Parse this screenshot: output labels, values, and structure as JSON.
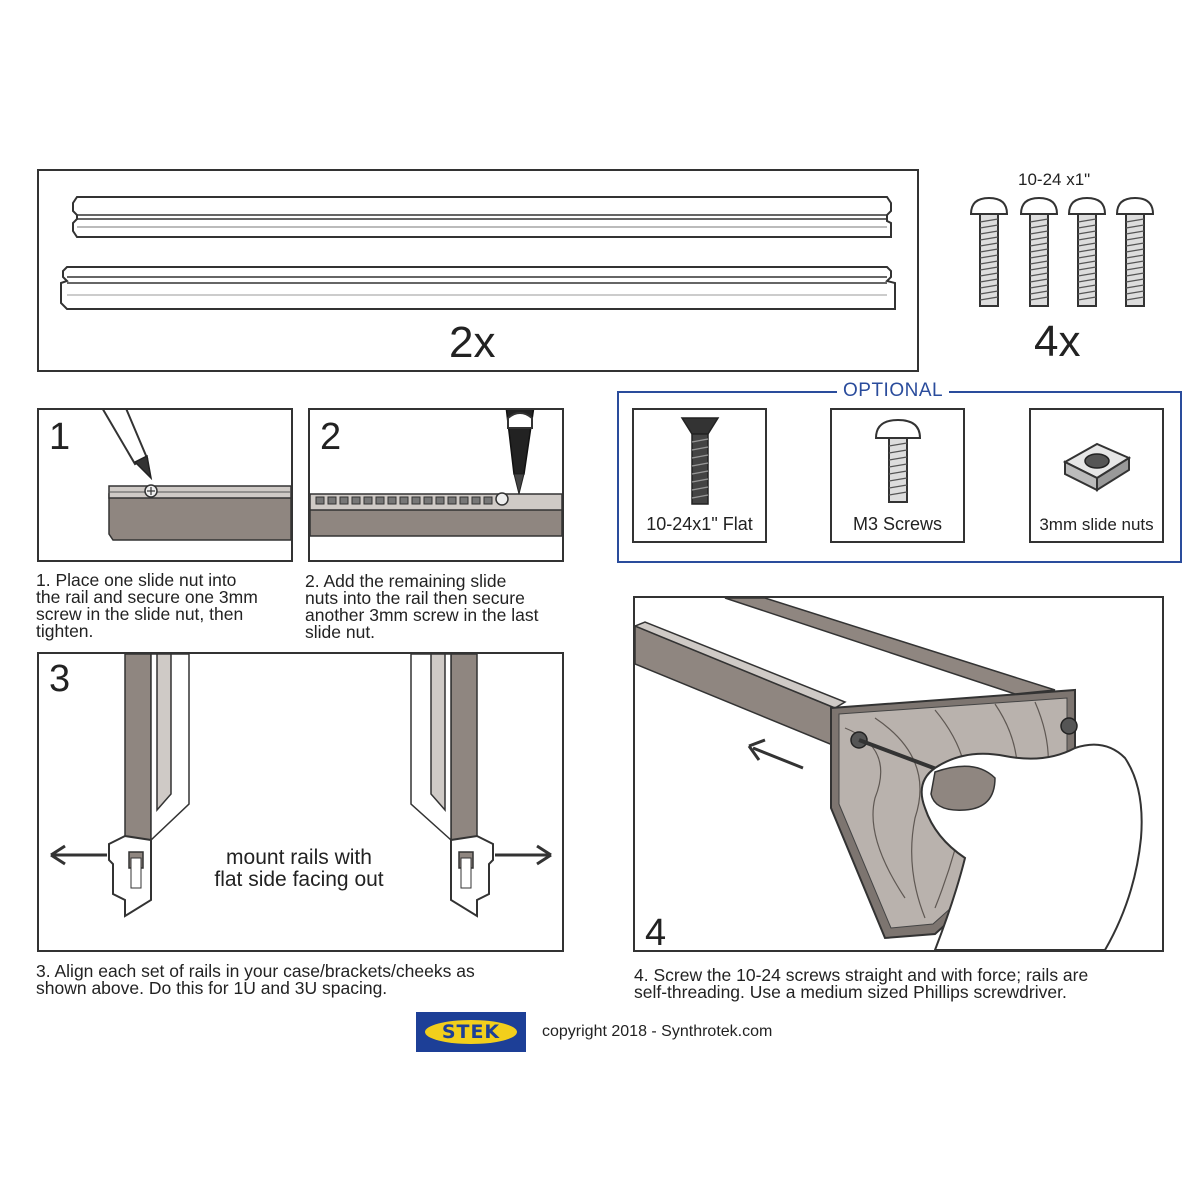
{
  "parts": {
    "rails_quantity": "2x",
    "screws_size_label": "10-24 x1\"",
    "screws_quantity": "4x"
  },
  "optional": {
    "legend": "OPTIONAL",
    "items": [
      {
        "label": "10-24x1\" Flat"
      },
      {
        "label": "M3 Screws"
      },
      {
        "label": "3mm slide nuts"
      }
    ]
  },
  "steps": [
    {
      "number": "1",
      "caption_lines": [
        "1. Place one slide nut into",
        "the rail and secure one 3mm",
        "screw in the slide nut, then",
        "tighten."
      ]
    },
    {
      "number": "2",
      "caption_lines": [
        "2. Add the remaining slide",
        "nuts into the rail then secure",
        "another 3mm screw in the last",
        "slide nut."
      ]
    },
    {
      "number": "3",
      "annotation_lines": [
        "mount rails with",
        "flat side facing out"
      ],
      "caption_lines": [
        "3. Align each set of rails in your case/brackets/cheeks as",
        "shown above. Do this for 1U and 3U spacing."
      ]
    },
    {
      "number": "4",
      "caption_lines": [
        "4. Screw the 10-24 screws straight and with force; rails are",
        "self-threading.  Use a medium sized Phillips screwdriver."
      ]
    }
  ],
  "footer": {
    "logo_text": "STEK",
    "copyright": "copyright 2018 - Synthrotek.com"
  },
  "colors": {
    "optional_border": "#2a4c9c",
    "logo_blue": "#1d3f97",
    "logo_yellow": "#f2cf1c",
    "rail_gray": "#8f8680"
  }
}
